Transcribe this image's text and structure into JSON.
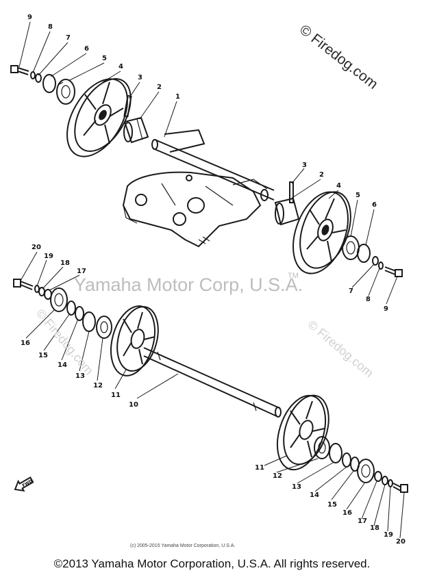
{
  "watermarks": {
    "firedog": "© Firedog.com",
    "firedog_faint": "© Firedog.com",
    "yamaha": "Yamaha Motor Corp, U.S.A.",
    "yamaha_tm": "TM"
  },
  "callouts": {
    "top_left": [
      "9",
      "8",
      "7",
      "6",
      "5",
      "4",
      "3",
      "2",
      "1"
    ],
    "top_right": [
      "3",
      "2",
      "4",
      "5",
      "6",
      "7",
      "8",
      "9"
    ],
    "bottom_left": [
      "20",
      "19",
      "18",
      "17",
      "16",
      "15",
      "14",
      "13",
      "12",
      "11",
      "10"
    ],
    "bottom_right": [
      "11",
      "12",
      "13",
      "14",
      "15",
      "16",
      "17",
      "18",
      "19",
      "20"
    ]
  },
  "fwd_mark": "FWD",
  "small_copyright": "(c) 2005-2015 Yamaha Motor Corporation, U.S.A.",
  "footer": "©2013 Yamaha Motor Corporation, U.S.A. All rights reserved."
}
